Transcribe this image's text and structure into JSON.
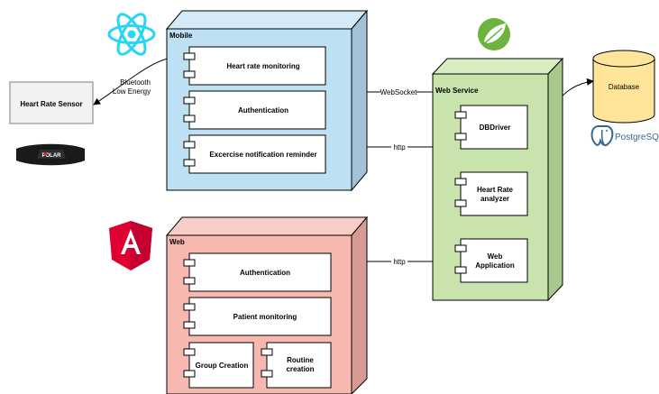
{
  "diagram": {
    "nodes": {
      "mobile": {
        "title": "Mobile",
        "logo": "react-logo",
        "front": "#bde0f3",
        "side": "#a2c2d8",
        "top": "#d4eaf6"
      },
      "web": {
        "title": "Web",
        "logo": "angular-logo",
        "front": "#f6b8b1",
        "side": "#d79a94",
        "top": "#f9cdc7"
      },
      "service": {
        "title": "Web Service",
        "logo": "spring-logo",
        "front": "#c9e3ad",
        "side": "#a9c88e",
        "top": "#d9edc3"
      }
    },
    "components": {
      "heart_rate_monitoring": "Heart rate monitoring",
      "mobile_authentication": "Authentication",
      "exercise_reminder": "Excercise notification reminder",
      "web_authentication": "Authentication",
      "patient_monitoring": "Patient monitoring",
      "group_creation": "Group Creation",
      "routine_creation_line1": "Routine",
      "routine_creation_line2": "creation",
      "dbdriver": "DBDriver",
      "heart_rate_analyzer_line1": "Heart Rate",
      "heart_rate_analyzer_line2": "analyzer",
      "web_application_line1": "Web",
      "web_application_line2": "Application"
    },
    "sensor": {
      "label": "Heart Rate Sensor",
      "strap_brand": "POLAR"
    },
    "database": {
      "label": "Database",
      "color": "#ffe599",
      "engine_label": "PostgreSQL",
      "engine_icon": "postgresql-elephant-icon"
    },
    "connections": {
      "bluetooth_line1": "Bluetooth",
      "bluetooth_line2": "Low Energy",
      "websocket": "WebSocket",
      "http_mobile": "http",
      "http_web": "http"
    }
  }
}
